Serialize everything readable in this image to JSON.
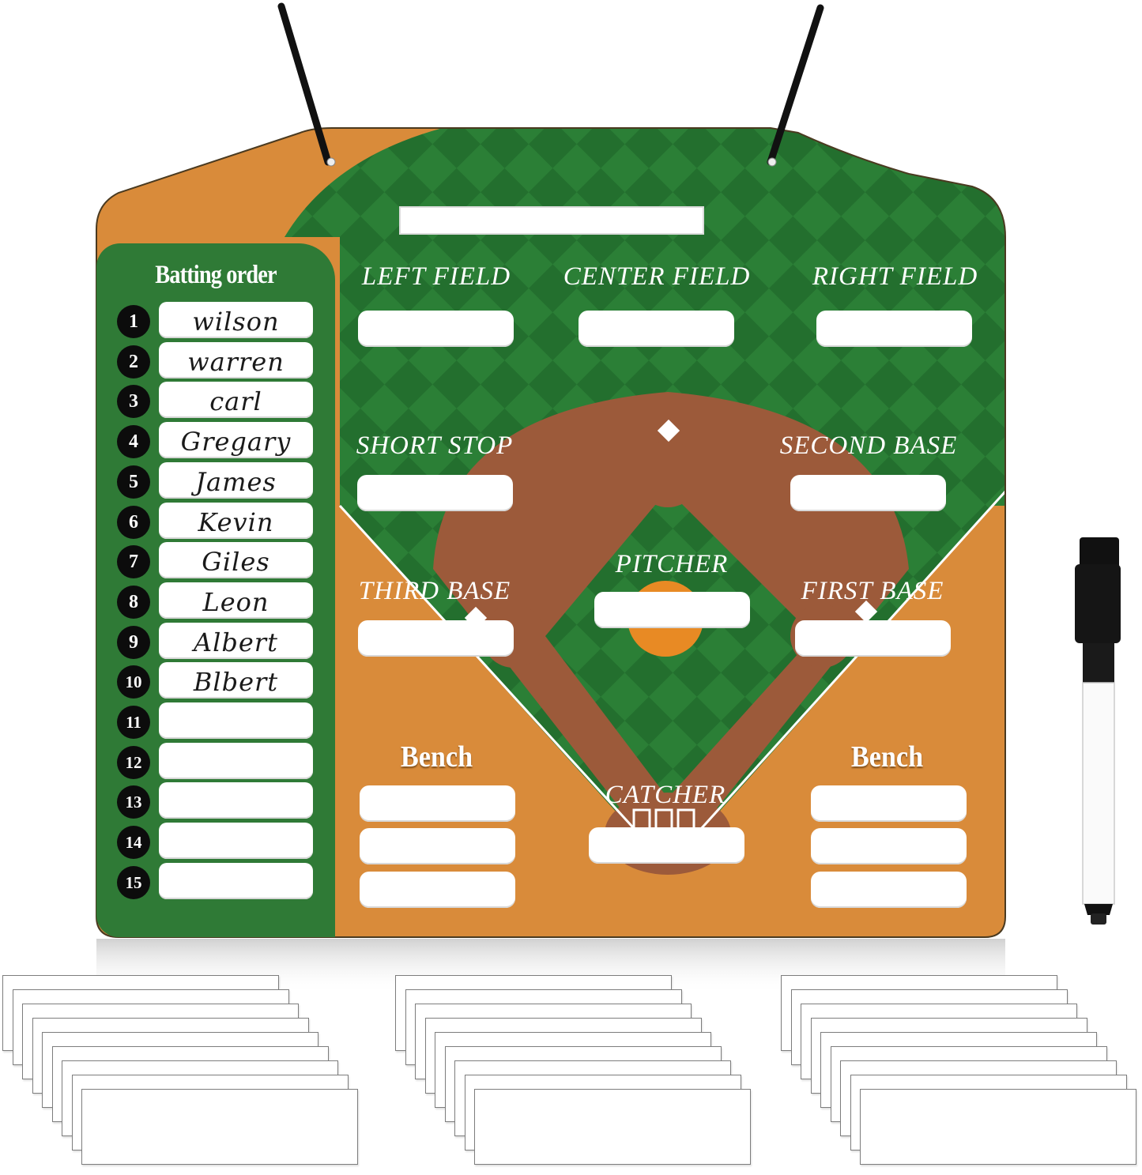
{
  "board": {
    "title_slot_text": "",
    "batting_order": {
      "title": "Batting order",
      "rows": [
        {
          "number": "1",
          "name": "wilson"
        },
        {
          "number": "2",
          "name": "warren"
        },
        {
          "number": "3",
          "name": "carl"
        },
        {
          "number": "4",
          "name": "Gregary"
        },
        {
          "number": "5",
          "name": "James"
        },
        {
          "number": "6",
          "name": "Kevin"
        },
        {
          "number": "7",
          "name": "Giles"
        },
        {
          "number": "8",
          "name": "Leon"
        },
        {
          "number": "9",
          "name": "Albert"
        },
        {
          "number": "10",
          "name": "Blbert"
        },
        {
          "number": "11",
          "name": ""
        },
        {
          "number": "12",
          "name": ""
        },
        {
          "number": "13",
          "name": ""
        },
        {
          "number": "14",
          "name": ""
        },
        {
          "number": "15",
          "name": ""
        }
      ]
    },
    "positions": {
      "left_field": "LEFT FIELD",
      "center_field": "CENTER FIELD",
      "right_field": "RIGHT FIELD",
      "short_stop": "SHORT STOP",
      "second_base": "SECOND BASE",
      "pitcher": "PITCHER",
      "third_base": "THIRD BASE",
      "first_base": "FIRST BASE",
      "catcher": "CATCHER"
    },
    "bench_left": {
      "label": "Bench",
      "slots": 3
    },
    "bench_right": {
      "label": "Bench",
      "slots": 3
    }
  },
  "accessories": {
    "marker": "dry-erase-marker-icon",
    "hanging_strap": "hanging-strap-icon",
    "strip_stacks": 3,
    "strips_per_stack": 9
  },
  "colors": {
    "grass_dark": "#1f6b2b",
    "grass_light": "#2f8a3a",
    "dirt": "#9c5a3a",
    "clay_orange": "#d98b3a",
    "panel_green": "#2f7a36",
    "mound": "#e88a24"
  }
}
